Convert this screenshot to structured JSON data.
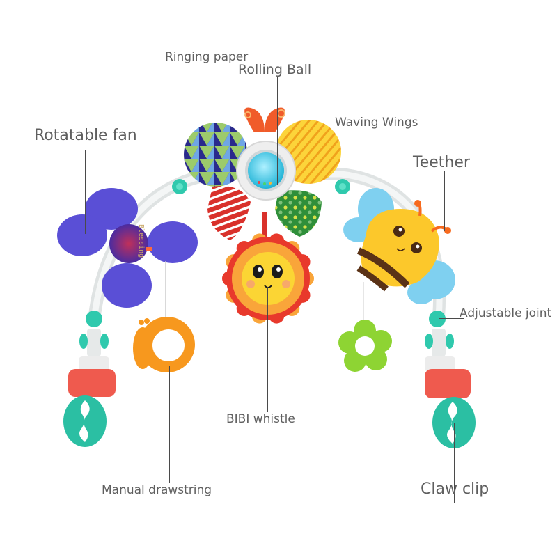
{
  "product": {
    "description": "Baby stroller activity arch with hanging toys",
    "brand_mark": "Blessing"
  },
  "callouts": {
    "ringing_paper": "Ringing paper",
    "rolling_ball": "Rolling Ball",
    "rotatable_fan": "Rotatable fan",
    "waving_wings": "Waving Wings",
    "teether": "Teether",
    "adjustable_joint": "Adjustable joint",
    "bibi_whistle": "BIBI whistle",
    "manual_drawstring": "Manual drawstring",
    "claw_clip": "Claw clip"
  },
  "colors": {
    "label_text": "#5f5f5f",
    "leader_line": "#4a4a4a",
    "arch_white": "#e9ecec",
    "joint_teal": "#2fc9ad",
    "clip_teal": "#2bbfa3",
    "clip_red": "#ef5a4e",
    "fan_purple": "#5a4fd6",
    "snail_orange": "#f7981e",
    "bee_yellow": "#fcc82b",
    "bee_stripe": "#5a3216",
    "bee_wing": "#7fd0f0",
    "antenna_orange": "#f76a1e",
    "sun_yellow": "#fbd534",
    "sun_petal_orange": "#f9a53a",
    "sun_petal_red": "#e8392c",
    "flower_green": "#8ed433",
    "ball_cyan": "#45c9e6",
    "triangle_navy": "#2a2a8c",
    "triangle_green": "#9ccb6b",
    "leaf_yellow": "#fcd43a",
    "leaf_red": "#d9312b",
    "leaf_green": "#2f8f3a"
  }
}
